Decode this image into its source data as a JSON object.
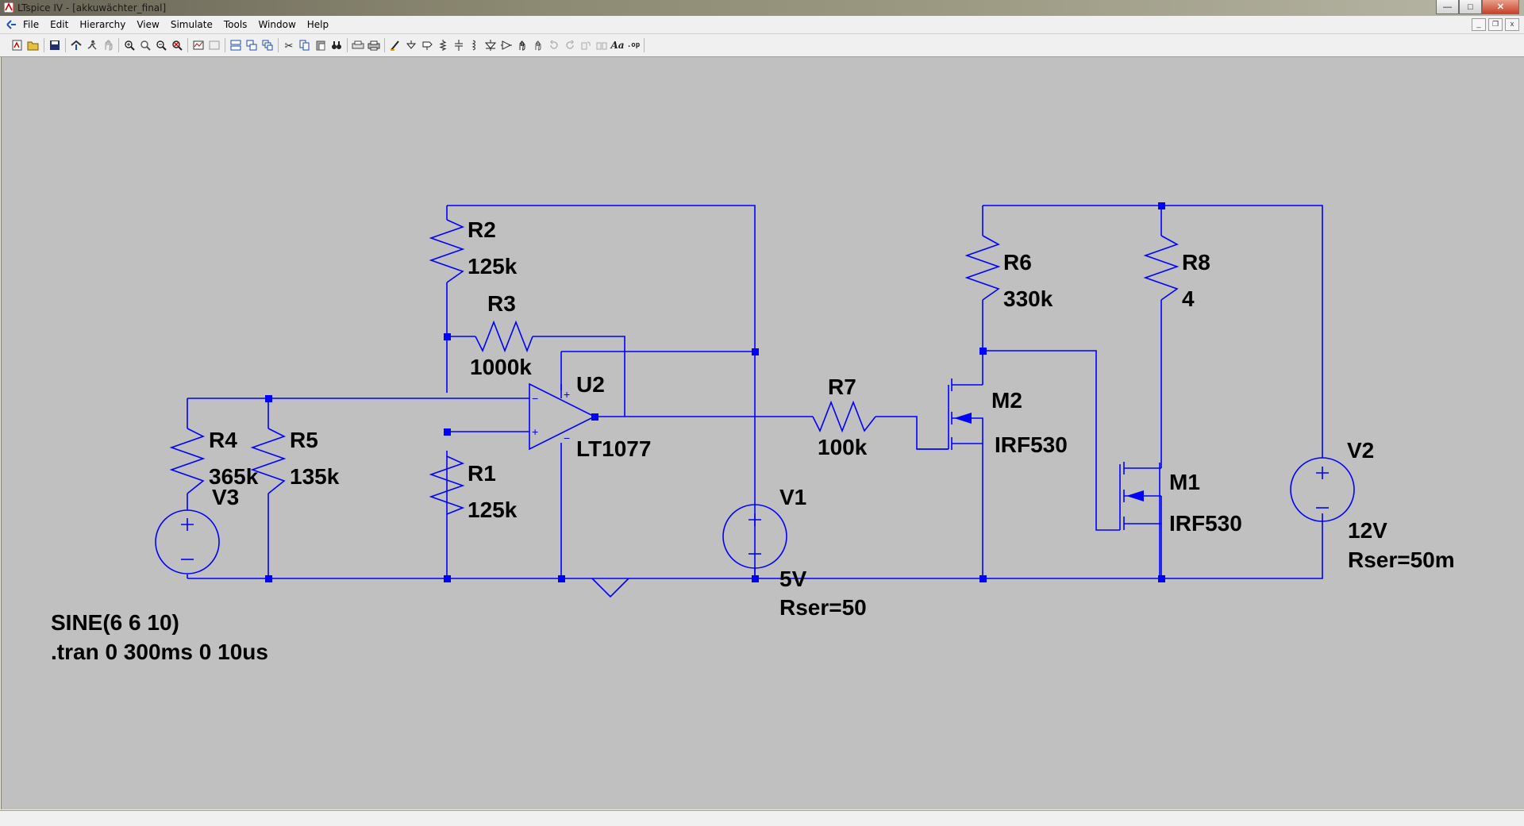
{
  "window": {
    "title": "LTspice IV - [akkuwächter_final]",
    "buttons": [
      "minimize",
      "maximize",
      "close"
    ]
  },
  "menu": {
    "items": [
      "File",
      "Edit",
      "Hierarchy",
      "View",
      "Simulate",
      "Tools",
      "Window",
      "Help"
    ]
  },
  "toolbar": {
    "buttons": [
      "new-schematic-icon",
      "open-icon",
      "save-icon",
      "control-panel-icon",
      "run-icon",
      "halt-icon",
      "zoom-in-icon",
      "zoom-pan-icon",
      "zoom-out-icon",
      "zoom-fit-icon",
      "autorange-icon",
      "zoom-back-icon",
      "tile-horizontal-icon",
      "tile-vertical-icon",
      "cascade-icon",
      "cut-icon",
      "copy-icon",
      "paste-icon",
      "find-icon",
      "print-setup-icon",
      "print-icon",
      "wire-icon",
      "ground-icon",
      "label-icon",
      "resistor-icon",
      "capacitor-icon",
      "inductor-icon",
      "diode-icon",
      "component-icon",
      "move-icon",
      "drag-icon",
      "undo-icon",
      "redo-icon",
      "rotate-icon",
      "mirror-icon",
      "text-icon",
      "spice-directive-icon"
    ]
  },
  "schematic": {
    "wire_color": "#0000ff",
    "background": "#c0c0c0",
    "components": {
      "R2": {
        "name": "R2",
        "value": "125k"
      },
      "R3": {
        "name": "R3",
        "value": "1000k"
      },
      "R4": {
        "name": "R4",
        "value": "365k"
      },
      "R5": {
        "name": "R5",
        "value": "135k"
      },
      "R1": {
        "name": "R1",
        "value": "125k"
      },
      "U2": {
        "name": "U2",
        "value": "LT1077"
      },
      "R7": {
        "name": "R7",
        "value": "100k"
      },
      "R6": {
        "name": "R6",
        "value": "330k"
      },
      "R8": {
        "name": "R8",
        "value": "4"
      },
      "M2": {
        "name": "M2",
        "value": "IRF530"
      },
      "M1": {
        "name": "M1",
        "value": "IRF530"
      },
      "V1": {
        "name": "V1",
        "value": "5V",
        "param": "Rser=50"
      },
      "V2": {
        "name": "V2",
        "value": "12V",
        "param": "Rser=50m"
      },
      "V3": {
        "name": "V3",
        "value": "SINE(6 6 10)"
      }
    },
    "directive": ".tran 0 300ms 0 10us",
    "opamp_pins": {
      "plus": "+",
      "minus": "−"
    }
  }
}
